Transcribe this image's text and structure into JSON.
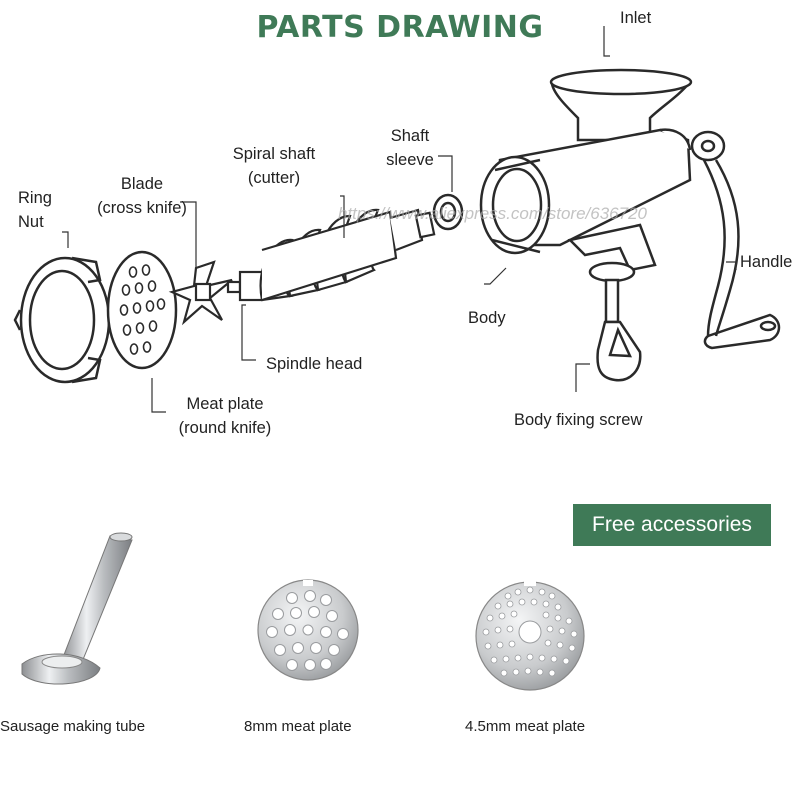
{
  "title": "PARTS DRAWING",
  "labels": {
    "ring_nut": [
      "Ring",
      "Nut"
    ],
    "blade": [
      "Blade",
      "(cross knife)"
    ],
    "spiral_shaft": [
      "Spiral shaft",
      "(cutter)"
    ],
    "shaft_sleeve": [
      "Shaft",
      "sleeve"
    ],
    "inlet": "Inlet",
    "handle": "Handle",
    "body": "Body",
    "spindle_head": "Spindle head",
    "meat_plate": [
      "Meat plate",
      "(round knife)"
    ],
    "body_fixing_screw": "Body fixing screw"
  },
  "watermark": "https://www.aliexpress.com/store/636720",
  "accessories": {
    "heading": "Free accessories",
    "items": [
      {
        "caption": "Sausage making tube",
        "icon": "sausage-tube-icon"
      },
      {
        "caption": "8mm meat plate",
        "icon": "8mm-plate-icon"
      },
      {
        "caption": "4.5mm meat plate",
        "icon": "4-5mm-plate-icon"
      }
    ]
  },
  "colors": {
    "accent": "#3f7a57",
    "line": "#2a2a2a"
  }
}
